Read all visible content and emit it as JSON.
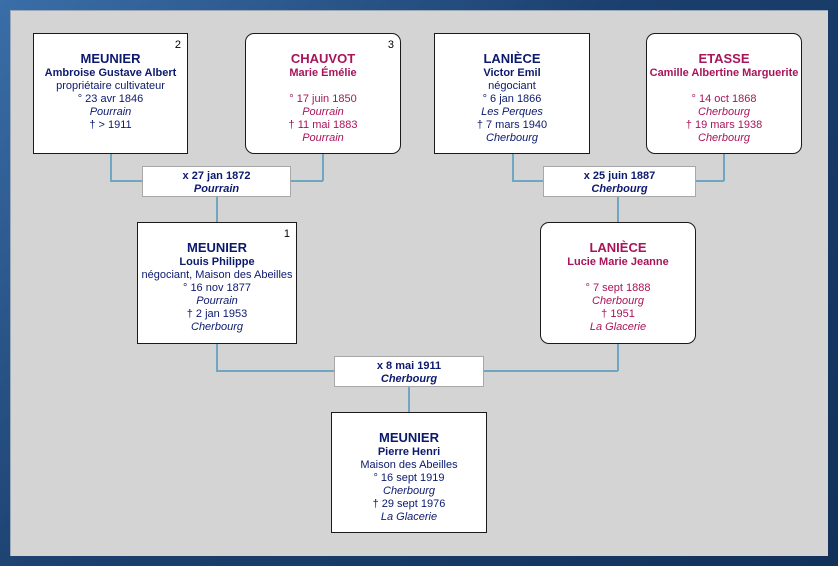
{
  "persons": {
    "p2": {
      "num": "2",
      "surname": "MEUNIER",
      "given": "Ambroise Gustave Albert",
      "occupation": "propriétaire cultivateur",
      "birth": "° 23 avr 1846",
      "birth_place": "Pourrain",
      "death": "† > 1911",
      "death_place": ""
    },
    "p3": {
      "num": "3",
      "surname": "CHAUVOT",
      "given": "Marie Émélie",
      "occupation": "",
      "birth": "° 17 juin 1850",
      "birth_place": "Pourrain",
      "death": "† 11 mai 1883",
      "death_place": "Pourrain"
    },
    "p4": {
      "num": "",
      "surname": "LANIÈCE",
      "given": "Victor Emil",
      "occupation": "négociant",
      "birth": "° 6 jan 1866",
      "birth_place": "Les Perques",
      "death": "† 7 mars 1940",
      "death_place": "Cherbourg"
    },
    "p5": {
      "num": "",
      "surname": "ETASSE",
      "given": "Camille Albertine Marguerite",
      "occupation": "",
      "birth": "° 14 oct 1868",
      "birth_place": "Cherbourg",
      "death": "† 19 mars 1938",
      "death_place": "Cherbourg"
    },
    "p1": {
      "num": "1",
      "surname": "MEUNIER",
      "given": "Louis Philippe",
      "occupation": "négociant, Maison des Abeilles",
      "birth": "° 16 nov 1877",
      "birth_place": "Pourrain",
      "death": "† 2 jan 1953",
      "death_place": "Cherbourg"
    },
    "p6": {
      "num": "",
      "surname": "LANIÈCE",
      "given": "Lucie Marie Jeanne",
      "occupation": "",
      "birth": "° 7 sept 1888",
      "birth_place": "Cherbourg",
      "death": "† 1951",
      "death_place": "La Glacerie"
    },
    "p0": {
      "num": "",
      "surname": "MEUNIER",
      "given": "Pierre Henri",
      "occupation": "Maison des Abeilles",
      "birth": "° 16 sept 1919",
      "birth_place": "Cherbourg",
      "death": "† 29 sept 1976",
      "death_place": "La Glacerie"
    }
  },
  "marriages": {
    "m1": {
      "date": "x 27 jan 1872",
      "place": "Pourrain"
    },
    "m2": {
      "date": "x 25 juin 1887",
      "place": "Cherbourg"
    },
    "m3": {
      "date": "x 8 mai 1911",
      "place": "Cherbourg"
    }
  },
  "colors": {
    "male": "#0c1a6e",
    "female": "#a8145a",
    "connector": "#6fa7c2",
    "background": "#d4d4d4"
  }
}
